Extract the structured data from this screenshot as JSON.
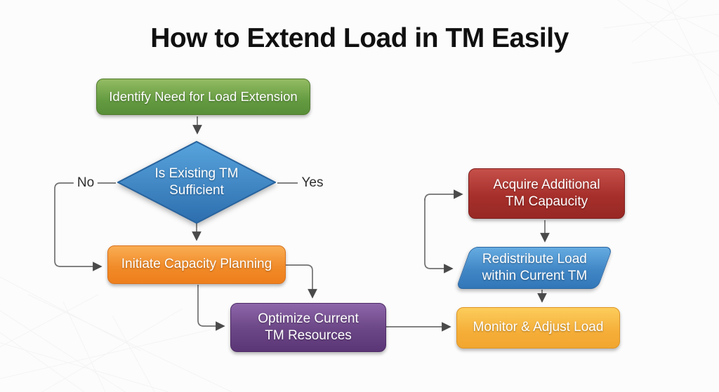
{
  "title": "How to Extend Load in TM Easily",
  "diagram": {
    "nodes": {
      "identify_need": {
        "label": "Identify Need for Load Extension",
        "shape": "rounded-rect",
        "color": "#649b41"
      },
      "decision_sufficient": {
        "label": "Is Existing TM Sufficient",
        "shape": "diamond",
        "color": "#3c82c4"
      },
      "initiate_planning": {
        "label": "Initiate Capacity Planning",
        "shape": "rounded-rect",
        "color": "#f18a28"
      },
      "optimize_resources": {
        "label": "Optimize Current TM Resources",
        "shape": "rounded-rect",
        "color": "#6c4787"
      },
      "acquire_capacity": {
        "label": "Acquire Additional TM Capaucity",
        "shape": "rounded-rect",
        "color": "#a62f2b"
      },
      "redistribute_load": {
        "label": "Redistribute Load within Current TM",
        "shape": "parallelogram",
        "color": "#4187c6"
      },
      "monitor_adjust": {
        "label": "Monitor & Adjust Load",
        "shape": "rounded-rect",
        "color": "#f5ae38"
      }
    },
    "edge_labels": {
      "no": "No",
      "yes": "Yes"
    },
    "line_color": "#717171",
    "arrow_color": "#4a4a4a"
  }
}
